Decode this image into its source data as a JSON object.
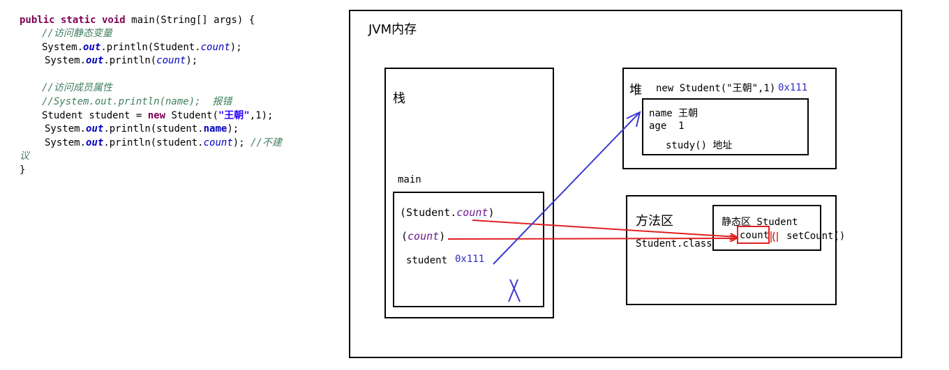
{
  "code": {
    "l1_kw": "public static void",
    "l1_rest": " main(String[] args) {",
    "l2": "//访问静态变量",
    "l3_a": "System.",
    "l3_out": "out",
    "l3_b": ".println(Student.",
    "l3_count": "count",
    "l3_c": ");",
    "l4_a": "System.",
    "l4_out": "out",
    "l4_b": ".println(",
    "l4_count": "count",
    "l4_c": ");",
    "l5": "//访问成员属性",
    "l6": "//System.out.println(name);  报错",
    "l7_a": "Student student = ",
    "l7_new": "new",
    "l7_b": " Student(",
    "l7_str": "\"王朝\"",
    "l7_c": ",1);",
    "l8_a": "System.",
    "l8_out": "out",
    "l8_b": ".println(student.",
    "l8_name": "name",
    "l8_c": ");",
    "l9_a": "System.",
    "l9_out": "out",
    "l9_b": ".println(student.",
    "l9_count": "count",
    "l9_c": "); ",
    "l9_cm": "//不建",
    "l10": "议",
    "l11": "}"
  },
  "diagram": {
    "jvm_title": "JVM内存",
    "stack_title": "栈",
    "main_label": "main",
    "stack_line1_a": "(Student.",
    "stack_line1_b": "count",
    "stack_line1_c": ")",
    "stack_line2_a": "(",
    "stack_line2_b": "count",
    "stack_line2_c": ")",
    "stack_student": "student",
    "stack_addr": "0x111",
    "x_mark": "X",
    "heap_title": "堆",
    "heap_new": "new Student(\"王朝\",1)",
    "heap_addr": "0x111",
    "obj_name": "name 王朝",
    "obj_age": "age  1",
    "obj_study": "study() 地址",
    "method_title": "方法区",
    "method_class": "Student.class",
    "static_title": "静态区 Student",
    "static_count": "count",
    "static_setcount": "setCount()"
  },
  "colors": {
    "arrow_blue": "#3a3ad0",
    "arrow_red": "#e02020",
    "comment_green": "#3f7f5f",
    "keyword": "#7f0055",
    "field_blue": "#0000c0"
  }
}
